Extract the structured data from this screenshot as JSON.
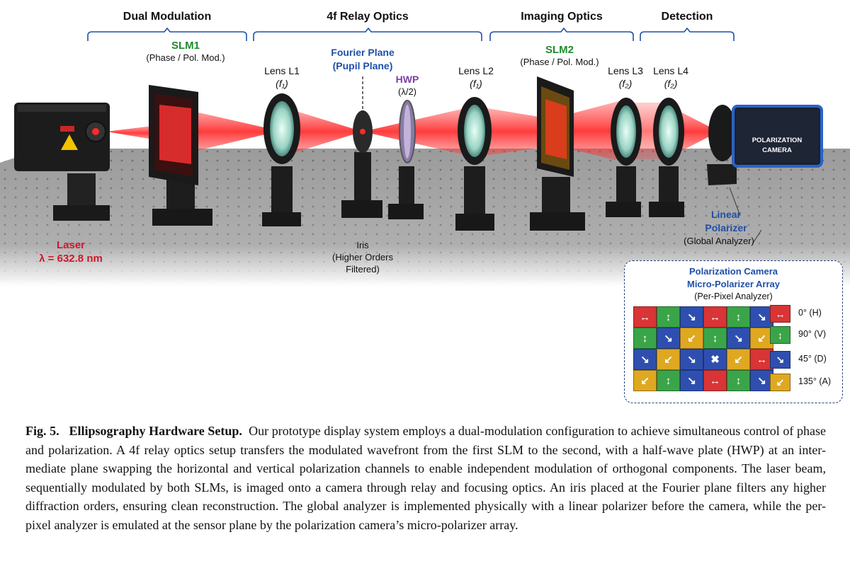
{
  "groups": {
    "dual_modulation": "Dual Modulation",
    "relay_optics": "4f Relay Optics",
    "imaging_optics": "Imaging Optics",
    "detection": "Detection"
  },
  "components": {
    "slm1": {
      "name": "SLM1",
      "desc": "(Phase / Pol. Mod.)"
    },
    "slm2": {
      "name": "SLM2",
      "desc": "(Phase / Pol. Mod.)"
    },
    "lens_l1": {
      "name": "Lens L1",
      "focal": "(f₁)"
    },
    "lens_l2": {
      "name": "Lens L2",
      "focal": "(f₁)"
    },
    "lens_l3": {
      "name": "Lens L3",
      "focal": "(f₂)"
    },
    "lens_l4": {
      "name": "Lens L4",
      "focal": "(f₂)"
    },
    "fourier_plane": {
      "line1": "Fourier Plane",
      "line2": "(Pupil Plane)"
    },
    "hwp": {
      "name": "HWP",
      "desc": "(λ/2)"
    },
    "iris": {
      "line1": "Iris",
      "line2": "(Higher Orders",
      "line3": "Filtered)"
    },
    "laser": {
      "name": "Laser",
      "wavelength": "λ = 632.8 nm"
    },
    "polarizer": {
      "line1": "Linear",
      "line2": "Polarizer",
      "line3": "(Global Analyzer)"
    },
    "camera": {
      "line1": "POLARIZATION",
      "line2": "CAMERA"
    }
  },
  "inset": {
    "title1": "Polarization Camera",
    "title2": "Micro-Polarizer Array",
    "subtitle": "(Per-Pixel Analyzer)",
    "grid": [
      [
        "h",
        "v",
        "d",
        "h",
        "v",
        "d"
      ],
      [
        "v",
        "d",
        "a",
        "v",
        "d",
        "a"
      ],
      [
        "d",
        "a",
        "d",
        "x",
        "a",
        "h"
      ],
      [
        "a",
        "v",
        "d",
        "h",
        "v",
        "d"
      ]
    ],
    "legend": [
      {
        "key": "h",
        "label": "0°   (H)"
      },
      {
        "key": "v",
        "label": "90°   (V)"
      },
      {
        "key": "d",
        "label": "45°   (D)"
      },
      {
        "key": "a",
        "label": "135°  (A)"
      }
    ],
    "colors": {
      "h": "#d93436",
      "v": "#3aa548",
      "d": "#2f4fb0",
      "a": "#e0a820",
      "x": "#2f4fb0"
    }
  },
  "caption": {
    "label": "Fig. 5.",
    "title": "Ellipsography Hardware Setup.",
    "text": "Our prototype display system employs a dual-modulation configuration to achieve simultaneous control of phase and polarization. A 4f relay optics setup transfers the modulated wavefront from the first SLM to the second, with a half-wave plate (HWP) at an inter-mediate plane swapping the horizontal and vertical polarization channels to enable independent modulation of orthogonal components. The laser beam, sequentially modulated by both SLMs, is imaged onto a camera through relay and focusing optics. An iris placed at the Fourier plane filters any higher diffraction orders, ensuring clean reconstruction. The global analyzer is implemented physically with a linear polarizer before the camera, while the per-pixel analyzer is emulated at the sensor plane by the polarization camera’s micro-polarizer array."
  }
}
